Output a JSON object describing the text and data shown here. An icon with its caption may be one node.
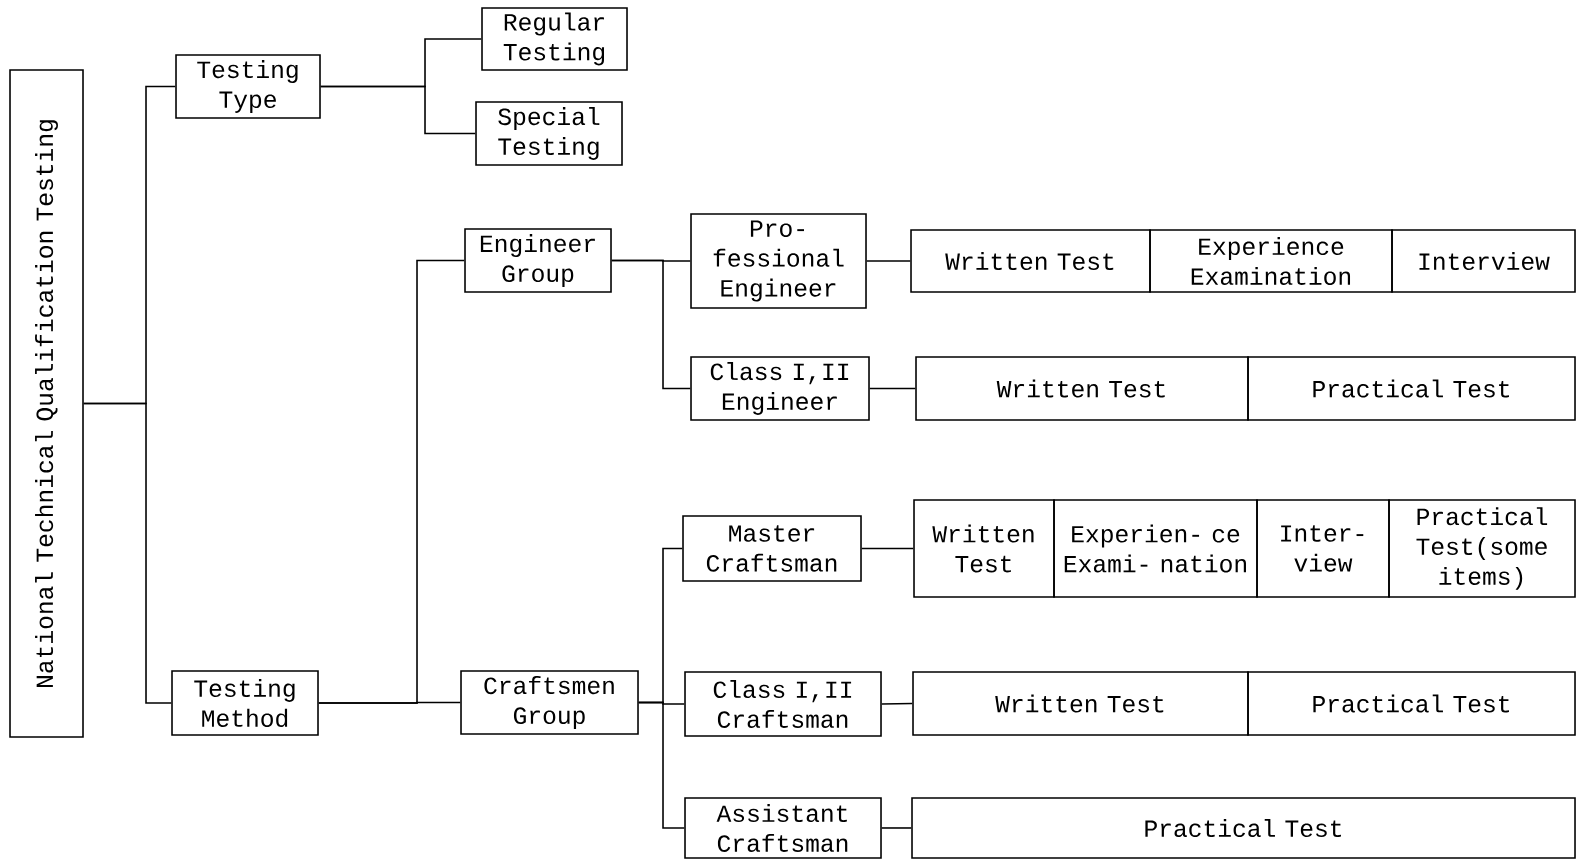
{
  "diagram": {
    "nodes": [
      {
        "text": [
          "National Technical Qualification Testing"
        ]
      },
      {
        "text": [
          "Testing Type"
        ]
      },
      {
        "text": [
          "Regular Testing"
        ]
      },
      {
        "text": [
          "Special Testing"
        ]
      },
      {
        "text": [
          "Testing Method"
        ]
      },
      {
        "text": [
          "Engineer Group"
        ]
      },
      {
        "text": [
          "Craftsmen Group"
        ]
      },
      {
        "text": [
          "Pro- fessional Engineer"
        ]
      },
      {
        "text": [
          "Class I,II Engineer"
        ]
      },
      {
        "text": [
          "Master Craftsman"
        ]
      },
      {
        "text": [
          "Class I,II Craftsman"
        ]
      },
      {
        "text": [
          "Assistant Craftsman"
        ]
      },
      {
        "text": [
          "Written Test"
        ]
      },
      {
        "text": [
          "Experience Examination"
        ]
      },
      {
        "text": [
          "Interview"
        ]
      },
      {
        "text": [
          "Written Test"
        ]
      },
      {
        "text": [
          "Practical Test"
        ]
      },
      {
        "text": [
          "Written Test"
        ]
      },
      {
        "text": [
          "Experien- ce Exami- nation"
        ]
      },
      {
        "text": [
          "Inter- view"
        ]
      },
      {
        "text": [
          "Practical Test(some items)"
        ]
      },
      {
        "text": [
          "Written Test"
        ]
      },
      {
        "text": [
          "Practical Test"
        ]
      },
      {
        "text": [
          "Practical Test"
        ]
      }
    ],
    "edges": [
      {
        "from": 0,
        "to": 1,
        "arrow": "none"
      },
      {
        "from": 0,
        "to": 4,
        "arrow": "none"
      },
      {
        "from": 1,
        "to": 2,
        "arrow": "none"
      },
      {
        "from": 1,
        "to": 3,
        "arrow": "none"
      },
      {
        "from": 4,
        "to": 5,
        "arrow": "none"
      },
      {
        "from": 4,
        "to": 6,
        "arrow": "none"
      },
      {
        "from": 5,
        "to": 7,
        "arrow": "none"
      },
      {
        "from": 5,
        "to": 8,
        "arrow": "none"
      },
      {
        "from": 6,
        "to": 9,
        "arrow": "none"
      },
      {
        "from": 6,
        "to": 10,
        "arrow": "none"
      },
      {
        "from": 6,
        "to": 11,
        "arrow": "none"
      },
      {
        "from": 7,
        "to": 12,
        "arrow": "none"
      },
      {
        "from": 8,
        "to": 15,
        "arrow": "none"
      },
      {
        "from": 9,
        "to": 17,
        "arrow": "none"
      },
      {
        "from": 10,
        "to": 21,
        "arrow": "none"
      },
      {
        "from": 11,
        "to": 23,
        "arrow": "none"
      }
    ]
  }
}
